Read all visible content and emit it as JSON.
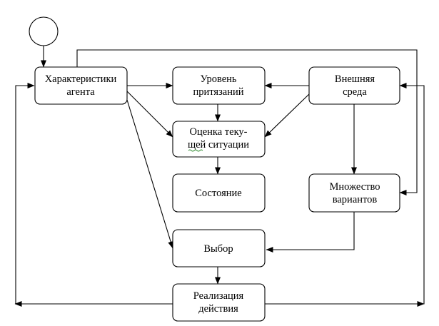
{
  "diagram": {
    "start_node": "start-circle",
    "nodes": {
      "agent": {
        "line1": "Характеристики",
        "line2": "агента"
      },
      "aspiration": {
        "line1": "Уровень",
        "line2": "притязаний"
      },
      "environment": {
        "line1": "Внешняя",
        "line2": "среда"
      },
      "evaluation": {
        "line1": "Оценка теку-",
        "line2": "щей ситуации"
      },
      "state": {
        "line1": "Состояние"
      },
      "options": {
        "line1": "Множество",
        "line2": "вариантов"
      },
      "choice": {
        "line1": "Выбор"
      },
      "action": {
        "line1": "Реализация",
        "line2": "действия"
      }
    },
    "edges": [
      {
        "from": "start",
        "to": "agent"
      },
      {
        "from": "agent",
        "to": "aspiration"
      },
      {
        "from": "agent",
        "to": "evaluation"
      },
      {
        "from": "agent",
        "to": "choice"
      },
      {
        "from": "agent",
        "to": "options"
      },
      {
        "from": "environment",
        "to": "aspiration"
      },
      {
        "from": "environment",
        "to": "evaluation"
      },
      {
        "from": "environment",
        "to": "options"
      },
      {
        "from": "aspiration",
        "to": "evaluation"
      },
      {
        "from": "evaluation",
        "to": "state"
      },
      {
        "from": "options",
        "to": "choice"
      },
      {
        "from": "choice",
        "to": "action"
      },
      {
        "from": "action",
        "to": "agent"
      },
      {
        "from": "action",
        "to": "environment"
      }
    ]
  }
}
